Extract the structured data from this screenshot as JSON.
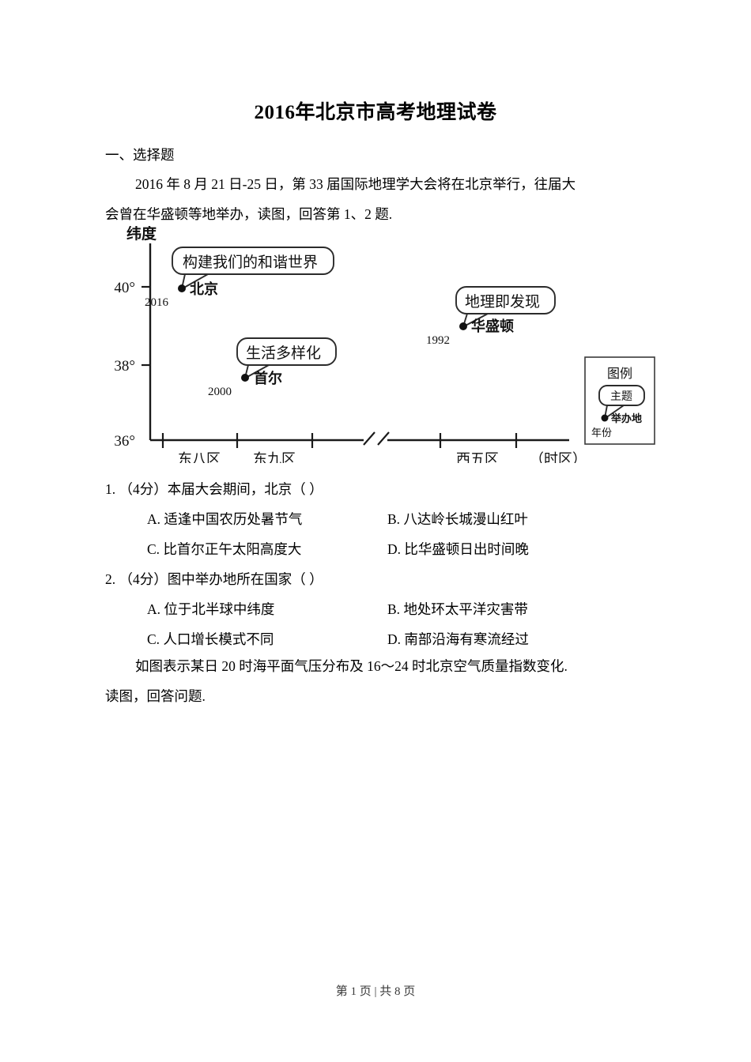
{
  "document": {
    "title": "2016年北京市高考地理试卷",
    "section_heading": "一、选择题",
    "intro_line_1": "2016 年 8 月 21 日‑25 日，第 33 届国际地理学大会将在北京举行，往届大",
    "intro_line_2": "会曾在华盛顿等地举办，读图，回答第 1、2 题.",
    "tail_line_1": "如图表示某日 20 时海平面气压分布及 16～24 时北京空气质量指数变化.",
    "tail_line_2": "读图，回答问题.",
    "footer": "第 1 页 | 共 8 页"
  },
  "questions": [
    {
      "number": "1.",
      "stem": "（4分）本届大会期间，北京（      ）",
      "options": [
        {
          "key": "A.",
          "text": "适逢中国农历处暑节气"
        },
        {
          "key": "B.",
          "text": "八达岭长城漫山红叶"
        },
        {
          "key": "C.",
          "text": "比首尔正午太阳高度大"
        },
        {
          "key": "D.",
          "text": "比华盛顿日出时间晚"
        }
      ]
    },
    {
      "number": "2.",
      "stem": "（4分）图中举办地所在国家（      ）",
      "options": [
        {
          "key": "A.",
          "text": "位于北半球中纬度"
        },
        {
          "key": "B.",
          "text": "地处环太平洋灾害带"
        },
        {
          "key": "C.",
          "text": "人口增长模式不同"
        },
        {
          "key": "D.",
          "text": "南部沿海有寒流经过"
        }
      ]
    }
  ],
  "chart_data": {
    "type": "scatter",
    "title": "",
    "ylabel": "纬度",
    "xlabel": "（时区）",
    "ytick_labels": [
      "40°",
      "38°",
      "36°"
    ],
    "ytick_values": [
      40,
      38,
      36
    ],
    "ylim": [
      36,
      41
    ],
    "xtick_labels": [
      "东八区",
      "东九区",
      "西五区"
    ],
    "axis_break": true,
    "grid": false,
    "points": [
      {
        "city": "北京",
        "year": "2016",
        "theme": "构建我们的和谐世界",
        "timezone": "东八区",
        "latitude": 40
      },
      {
        "city": "首尔",
        "year": "2000",
        "theme": "生活多样化",
        "timezone": "东九区",
        "latitude": 37.5
      },
      {
        "city": "华盛顿",
        "year": "1992",
        "theme": "地理即发现",
        "timezone": "西五区",
        "latitude": 38.9
      }
    ],
    "legend": {
      "title": "图例",
      "theme_label": "主题",
      "year_label": "年份",
      "venue_label": "举办地",
      "position": "right-inside"
    }
  }
}
